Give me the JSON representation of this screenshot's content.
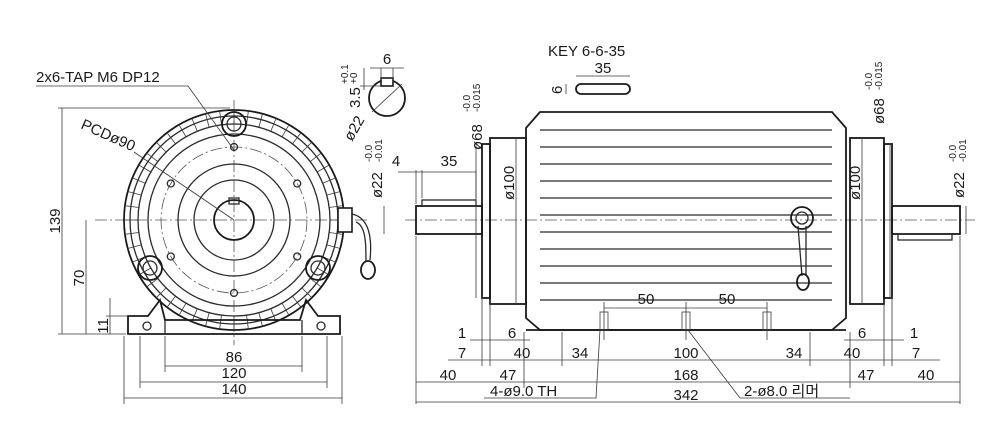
{
  "front_view": {
    "tap_note": "2x6-TAP M6 DP12",
    "pcd": "PCDø90",
    "dim_height_total": "139",
    "dim_shaft_height": "70",
    "dim_foot_thickness": "11",
    "dim_bolt_inner": "86",
    "dim_bolt_outer": "120",
    "dim_foot_width": "140"
  },
  "key_detail": {
    "key_label": "KEY 6-6-35",
    "key_length": "35",
    "key_thick": "6",
    "width": "6",
    "depth": "3.5",
    "depth_tol_upper": "+0.1",
    "depth_tol_lower": "+0",
    "shaft_dia": "ø22"
  },
  "side_view": {
    "left_bearing_dia": "ø68",
    "left_bearing_tol_upper": "-0.0",
    "left_bearing_tol_lower": "-0.015",
    "left_shaft_dia": "ø22",
    "left_shaft_tol_upper": "-0.0",
    "left_shaft_tol_lower": "-0.01",
    "key_offset": "4",
    "key_slot_len": "35",
    "left_flange_dia": "ø100",
    "right_flange_dia": "ø100",
    "right_bearing_dia": "ø68",
    "right_bearing_tol_upper": "-0.0",
    "right_bearing_tol_lower": "-0.015",
    "right_shaft_dia": "ø22",
    "right_shaft_tol_upper": "-0.0",
    "right_shaft_tol_lower": "-0.01",
    "hole_spacing_1": "50",
    "hole_spacing_2": "50",
    "row1_left_1": "1",
    "row1_left_6": "6",
    "row1_right_6": "6",
    "row1_right_1": "1",
    "row2_left_7": "7",
    "row2_left_40": "40",
    "row2_left_34": "34",
    "row2_center_100": "100",
    "row2_right_34": "34",
    "row2_right_40": "40",
    "row2_right_7": "7",
    "row3_left_40": "40",
    "row3_left_47": "47",
    "row3_center_168": "168",
    "row3_right_47": "47",
    "row3_right_40": "40",
    "mount_holes_note": "4-ø9.0 TH",
    "overall_length": "342",
    "ream_holes_note": "2-ø8.0 리머"
  }
}
